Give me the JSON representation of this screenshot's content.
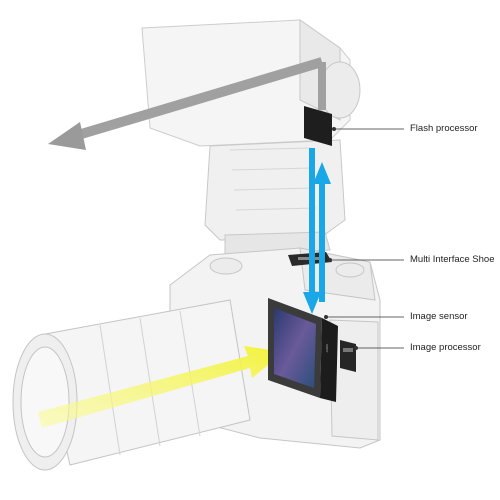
{
  "labels": {
    "flash_processor": "Flash processor",
    "multi_interface_shoe": "Multi Interface Shoe",
    "image_sensor": "Image sensor",
    "image_processor": "Image processor"
  },
  "colors": {
    "light_arrow": "#f2f23a",
    "signal_arrow": "#1aa7e8",
    "flash_beam": "#9a9a9a",
    "leader_line": "#333333",
    "chip": "#222222"
  }
}
